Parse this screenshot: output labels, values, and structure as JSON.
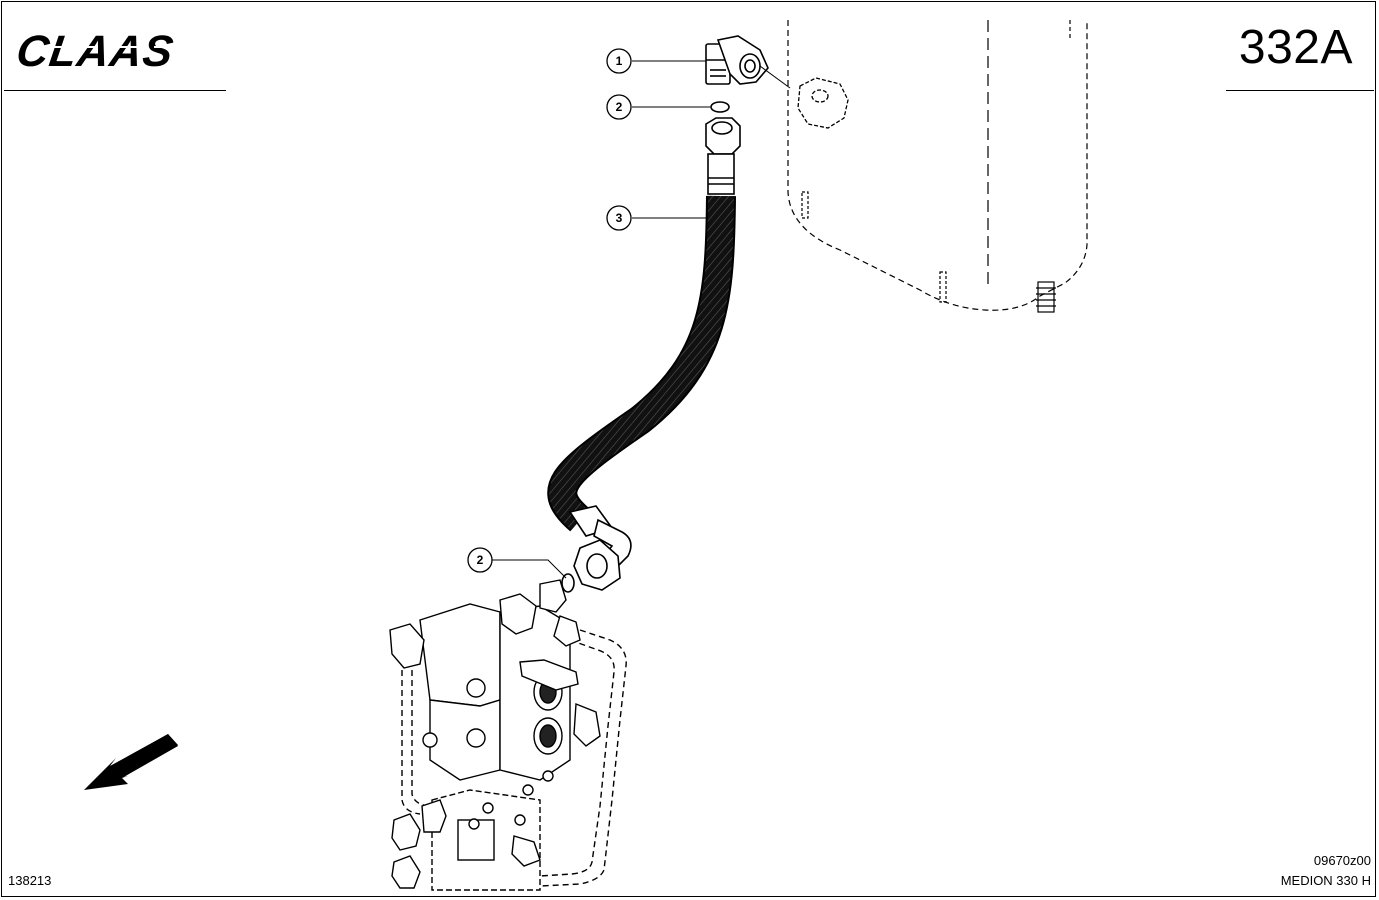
{
  "header": {
    "logo_text": "CLAAS",
    "page_number": "332A"
  },
  "callouts": [
    {
      "label": "1"
    },
    {
      "label": "2"
    },
    {
      "label": "3"
    },
    {
      "label": "2"
    }
  ],
  "footer": {
    "doc_number": "138213",
    "drawing_ref": "09670z00",
    "model_name": "MEDION 330 H"
  },
  "colors": {
    "ink": "#000000",
    "paper": "#ffffff"
  }
}
